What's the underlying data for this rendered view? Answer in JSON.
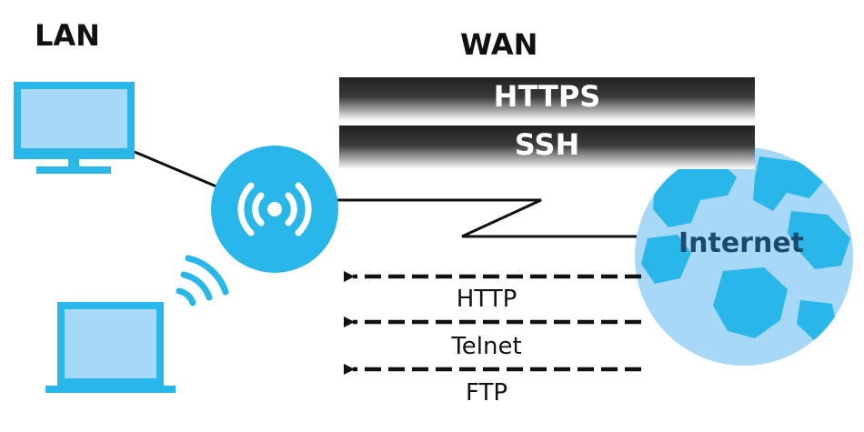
{
  "labels": {
    "lan": "LAN",
    "wan": "WAN",
    "internet": "Internet"
  },
  "secure_protocols": [
    "HTTPS",
    "SSH"
  ],
  "blocked_protocols": [
    "HTTP",
    "Telnet",
    "FTP"
  ],
  "colors": {
    "device_blue": "#29b6e8",
    "screen_blue": "#a8d8f8",
    "globe_light": "#a8d8f8",
    "globe_land": "#29b6e8",
    "band_dark": "#222222",
    "line": "#111111",
    "internet_text": "#1b4a6e"
  },
  "icons": [
    "desktop-icon",
    "laptop-icon",
    "wireless-router-icon",
    "wifi-signal-icon",
    "globe-icon"
  ]
}
